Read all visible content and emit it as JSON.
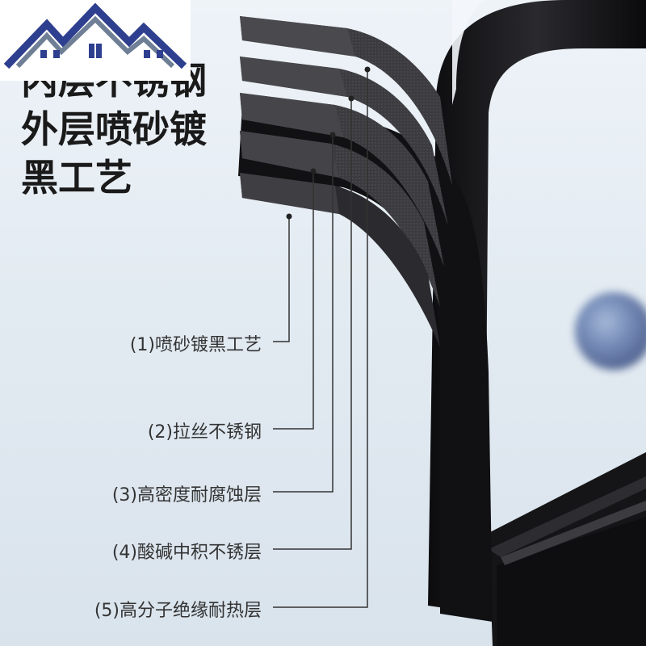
{
  "headline": {
    "line1": "内层不锈钢",
    "line2": "外层喷砂镀",
    "line3": "黑工艺"
  },
  "layers": [
    {
      "label": "(1)喷砂镀黑工艺"
    },
    {
      "label": "(2)拉丝不锈钢"
    },
    {
      "label": "(3)高密度耐腐蚀层"
    },
    {
      "label": "(4)酸碱中积不锈层"
    },
    {
      "label": "(5)高分子绝缘耐热层"
    }
  ],
  "colors": {
    "background_top": "#eef3f8",
    "background_bottom": "#d9e3ec",
    "metal_black": "#1c1c1e",
    "logo_blue": "#2e3f8f",
    "leader_line": "#333333"
  },
  "icons": {
    "logo": "house-roof-logo-icon"
  }
}
